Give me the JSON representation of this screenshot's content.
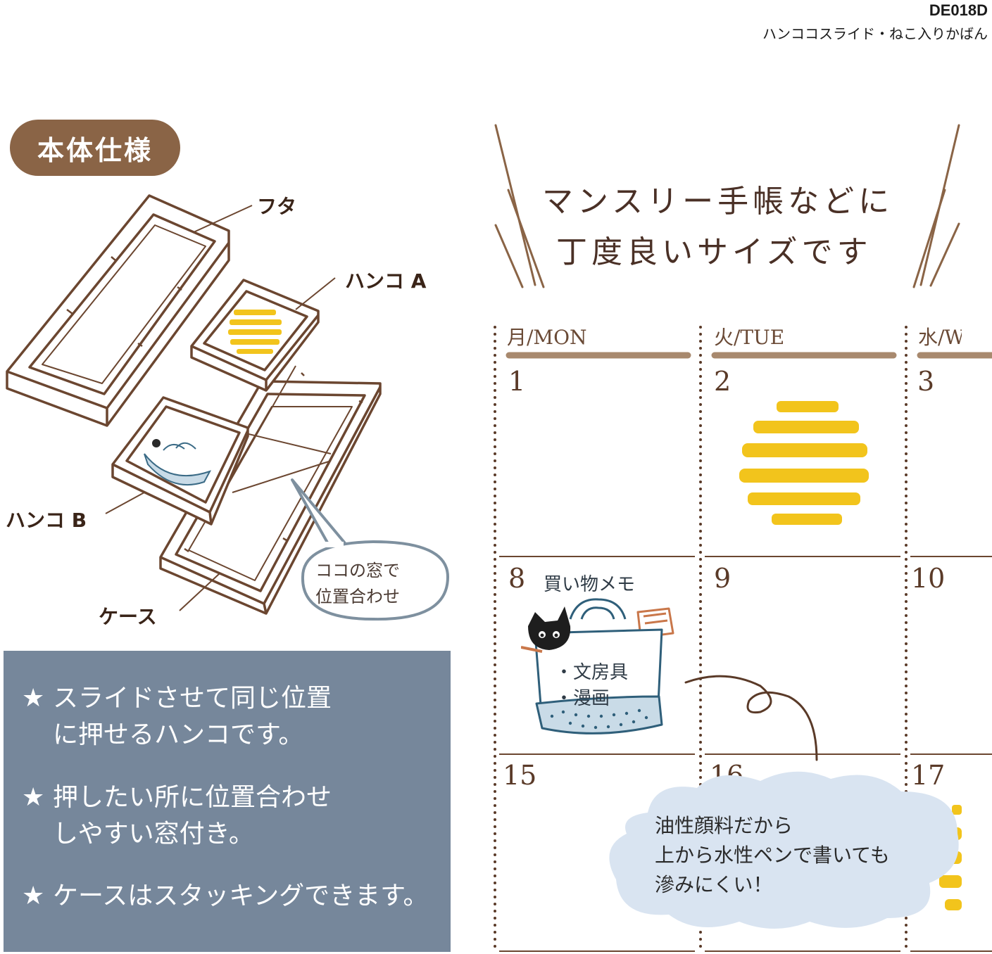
{
  "product": {
    "code": "DE018D",
    "name": "ハンココスライド・ねこ入りかばん"
  },
  "spec": {
    "badge": "本体仕様",
    "labels": {
      "lid": "フタ",
      "hanko_a": "ハンコ A",
      "hanko_b": "ハンコ B",
      "case": "ケース"
    },
    "bubble": {
      "line1": "ココの窓で",
      "line2": "位置合わせ"
    }
  },
  "features": [
    {
      "star": "★",
      "line1": "スライドさせて同じ位置",
      "line2": "に押せるハンコです。"
    },
    {
      "star": "★",
      "line1": "押したい所に位置合わせ",
      "line2": "しやすい窓付き。"
    },
    {
      "star": "★",
      "line1": "ケースはスタッキングできます。",
      "line2": ""
    }
  ],
  "headline": {
    "line1": "マンスリー手帳などに",
    "line2": "丁度良いサイズです"
  },
  "calendar": {
    "days": [
      "月/MON",
      "火/TUE",
      "水/W"
    ],
    "weeks": [
      [
        "1",
        "2",
        "3"
      ],
      [
        "8",
        "9",
        "10"
      ],
      [
        "15",
        "16",
        "17"
      ]
    ],
    "memo": {
      "title": "買い物メモ",
      "item1": "・文房具",
      "item2": "・漫画"
    }
  },
  "cloud": {
    "line1": "油性顔料だから",
    "line2": "上から水性ペンで書いても",
    "line3": "滲みにくい！"
  },
  "colors": {
    "brown": "#6b4630",
    "badge": "#8a6446",
    "yellow": "#f2c41c",
    "slate": "#76879b",
    "cloud": "#d9e4f1"
  }
}
